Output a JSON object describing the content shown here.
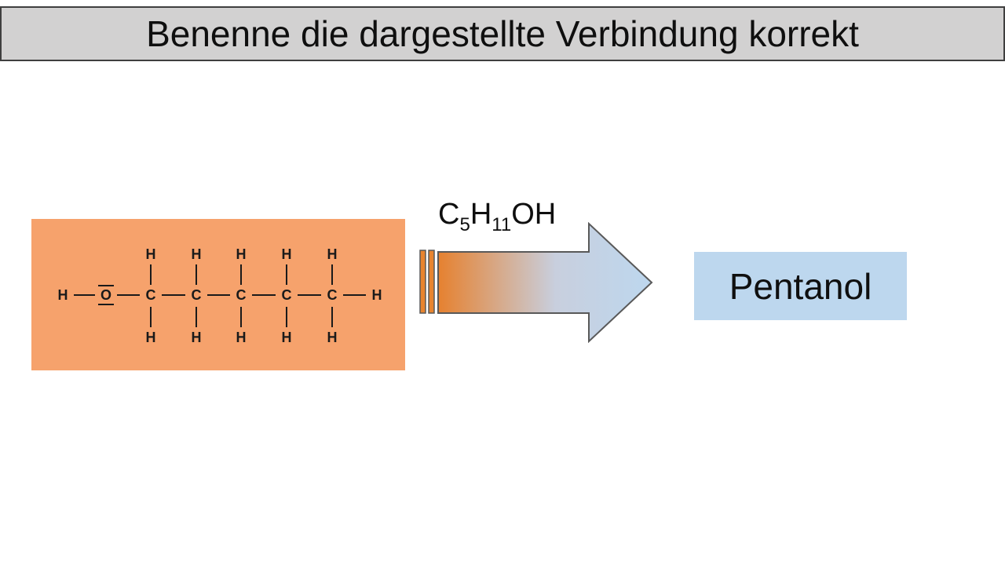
{
  "title": "Benenne die dargestellte Verbindung korrekt",
  "formula": {
    "c": "C",
    "c_sub": "5",
    "h": "H",
    "h_sub": "11",
    "oh": "OH"
  },
  "structure": {
    "chain": [
      "H",
      "O",
      "C",
      "C",
      "C",
      "C",
      "C",
      "H"
    ],
    "top_hydrogens": [
      "H",
      "H",
      "H",
      "H",
      "H"
    ],
    "bottom_hydrogens": [
      "H",
      "H",
      "H",
      "H",
      "H"
    ]
  },
  "answer": {
    "label": "Pentanol"
  },
  "colors": {
    "banner_bg": "#D2D1D1",
    "structure_bg": "#F6A26C",
    "answer_bg": "#BDD7EE",
    "arrow_start": "#E6812F",
    "arrow_mid": "#C8CFDE",
    "arrow_end": "#BDD7EE",
    "stripe": "#E8842F",
    "outline": "#595959"
  }
}
